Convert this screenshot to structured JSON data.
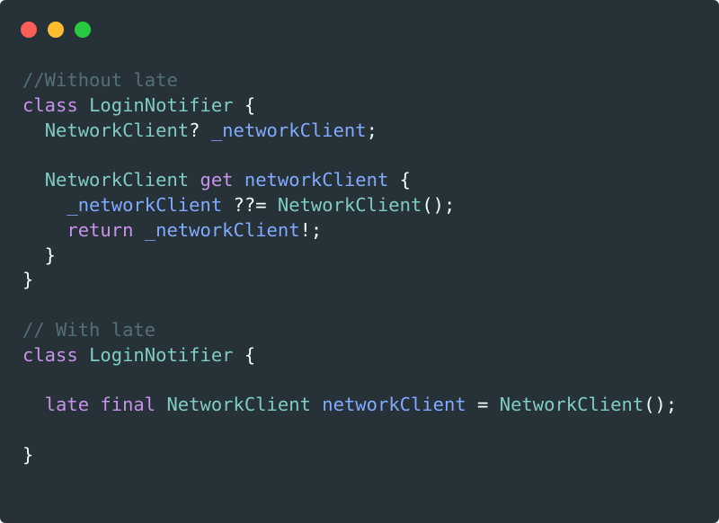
{
  "window": {
    "background_color": "#263238",
    "traffic_lights": [
      {
        "name": "close",
        "color": "#ff5f56"
      },
      {
        "name": "minimize",
        "color": "#ffbd2e"
      },
      {
        "name": "maximize",
        "color": "#27c93f"
      }
    ]
  },
  "colors": {
    "comment": "#546e7a",
    "keyword": "#c792ea",
    "type": "#80cbc4",
    "identifier": "#82aaff",
    "punctuation": "#eeffff"
  },
  "code": {
    "language": "dart",
    "lines": [
      [
        {
          "t": "//Without late",
          "k": "comment"
        }
      ],
      [
        {
          "t": "class",
          "k": "keyword"
        },
        {
          "t": " ",
          "k": "punctuation"
        },
        {
          "t": "LoginNotifier",
          "k": "type"
        },
        {
          "t": " {",
          "k": "punctuation"
        }
      ],
      [
        {
          "t": "  ",
          "k": "punctuation"
        },
        {
          "t": "NetworkClient",
          "k": "type"
        },
        {
          "t": "? ",
          "k": "punctuation"
        },
        {
          "t": "_networkClient",
          "k": "identifier"
        },
        {
          "t": ";",
          "k": "punctuation"
        }
      ],
      [],
      [
        {
          "t": "  ",
          "k": "punctuation"
        },
        {
          "t": "NetworkClient",
          "k": "type"
        },
        {
          "t": " ",
          "k": "punctuation"
        },
        {
          "t": "get",
          "k": "keyword"
        },
        {
          "t": " ",
          "k": "punctuation"
        },
        {
          "t": "networkClient",
          "k": "identifier"
        },
        {
          "t": " {",
          "k": "punctuation"
        }
      ],
      [
        {
          "t": "    ",
          "k": "punctuation"
        },
        {
          "t": "_networkClient",
          "k": "identifier"
        },
        {
          "t": " ??= ",
          "k": "punctuation"
        },
        {
          "t": "NetworkClient",
          "k": "type"
        },
        {
          "t": "();",
          "k": "punctuation"
        }
      ],
      [
        {
          "t": "    ",
          "k": "punctuation"
        },
        {
          "t": "return",
          "k": "keyword"
        },
        {
          "t": " ",
          "k": "punctuation"
        },
        {
          "t": "_networkClient",
          "k": "identifier"
        },
        {
          "t": "!;",
          "k": "punctuation"
        }
      ],
      [
        {
          "t": "  }",
          "k": "punctuation"
        }
      ],
      [
        {
          "t": "}",
          "k": "punctuation"
        }
      ],
      [],
      [
        {
          "t": "// With late",
          "k": "comment"
        }
      ],
      [
        {
          "t": "class",
          "k": "keyword"
        },
        {
          "t": " ",
          "k": "punctuation"
        },
        {
          "t": "LoginNotifier",
          "k": "type"
        },
        {
          "t": " {",
          "k": "punctuation"
        }
      ],
      [],
      [
        {
          "t": "  ",
          "k": "punctuation"
        },
        {
          "t": "late",
          "k": "keyword"
        },
        {
          "t": " ",
          "k": "punctuation"
        },
        {
          "t": "final",
          "k": "keyword"
        },
        {
          "t": " ",
          "k": "punctuation"
        },
        {
          "t": "NetworkClient",
          "k": "type"
        },
        {
          "t": " ",
          "k": "punctuation"
        },
        {
          "t": "networkClient",
          "k": "identifier"
        },
        {
          "t": " = ",
          "k": "punctuation"
        },
        {
          "t": "NetworkClient",
          "k": "type"
        },
        {
          "t": "();",
          "k": "punctuation"
        }
      ],
      [],
      [
        {
          "t": "}",
          "k": "punctuation"
        }
      ]
    ]
  }
}
